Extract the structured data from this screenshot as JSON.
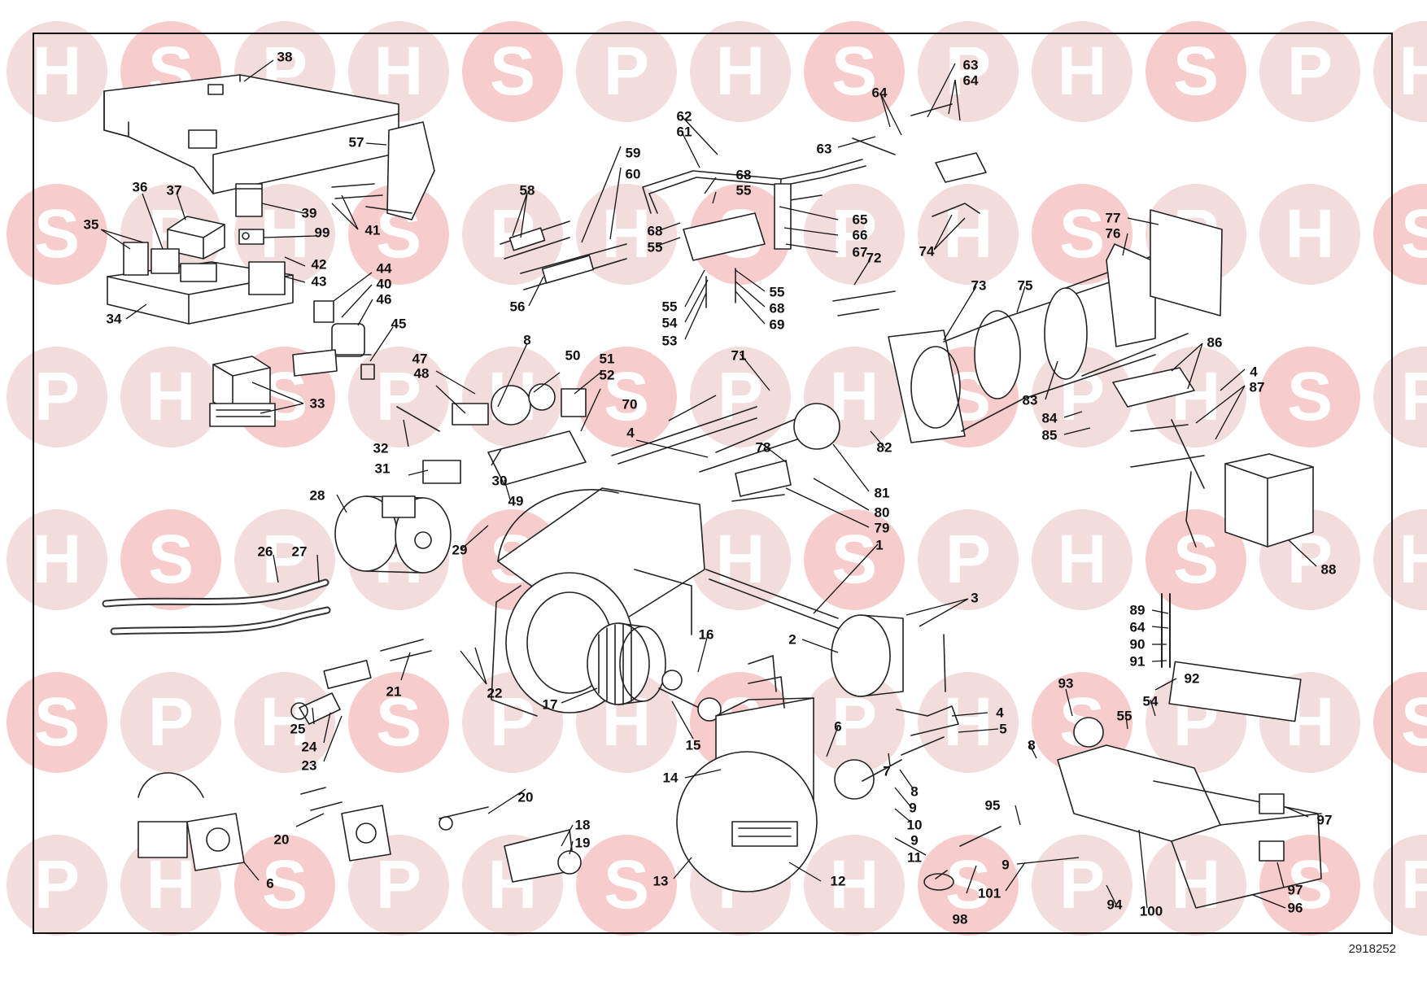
{
  "watermark": {
    "letters": [
      "H",
      "S",
      "P"
    ],
    "color": "#f3dcdc",
    "accent_color": "#f6cccc"
  },
  "reference_code": "2918252",
  "callouts": [
    {
      "id": "c38",
      "label": "38"
    },
    {
      "id": "c57",
      "label": "57"
    },
    {
      "id": "c36",
      "label": "36"
    },
    {
      "id": "c37",
      "label": "37"
    },
    {
      "id": "c39",
      "label": "39"
    },
    {
      "id": "c99",
      "label": "99"
    },
    {
      "id": "c35",
      "label": "35"
    },
    {
      "id": "c41",
      "label": "41"
    },
    {
      "id": "c42",
      "label": "42"
    },
    {
      "id": "c43",
      "label": "43"
    },
    {
      "id": "c44",
      "label": "44"
    },
    {
      "id": "c40",
      "label": "40"
    },
    {
      "id": "c46",
      "label": "46"
    },
    {
      "id": "c34",
      "label": "34"
    },
    {
      "id": "c45",
      "label": "45"
    },
    {
      "id": "c33",
      "label": "33"
    },
    {
      "id": "c58",
      "label": "58"
    },
    {
      "id": "c59",
      "label": "59"
    },
    {
      "id": "c60",
      "label": "60"
    },
    {
      "id": "c62",
      "label": "62"
    },
    {
      "id": "c61",
      "label": "61"
    },
    {
      "id": "c68a",
      "label": "68"
    },
    {
      "id": "c55a",
      "label": "55"
    },
    {
      "id": "c68b",
      "label": "68"
    },
    {
      "id": "c55b",
      "label": "55"
    },
    {
      "id": "c56",
      "label": "56"
    },
    {
      "id": "c55c",
      "label": "55"
    },
    {
      "id": "c54a",
      "label": "54"
    },
    {
      "id": "c53",
      "label": "53"
    },
    {
      "id": "c55d",
      "label": "55"
    },
    {
      "id": "c68c",
      "label": "68"
    },
    {
      "id": "c69",
      "label": "69"
    },
    {
      "id": "c64a",
      "label": "64"
    },
    {
      "id": "c63a",
      "label": "63"
    },
    {
      "id": "c63b",
      "label": "63"
    },
    {
      "id": "c64b",
      "label": "64"
    },
    {
      "id": "c65",
      "label": "65"
    },
    {
      "id": "c66",
      "label": "66"
    },
    {
      "id": "c67",
      "label": "67"
    },
    {
      "id": "c74",
      "label": "74"
    },
    {
      "id": "c77",
      "label": "77"
    },
    {
      "id": "c76",
      "label": "76"
    },
    {
      "id": "c72",
      "label": "72"
    },
    {
      "id": "c73",
      "label": "73"
    },
    {
      "id": "c75",
      "label": "75"
    },
    {
      "id": "c8a",
      "label": "8"
    },
    {
      "id": "c50",
      "label": "50"
    },
    {
      "id": "c51",
      "label": "51"
    },
    {
      "id": "c52",
      "label": "52"
    },
    {
      "id": "c47",
      "label": "47"
    },
    {
      "id": "c48",
      "label": "48"
    },
    {
      "id": "c32",
      "label": "32"
    },
    {
      "id": "c31",
      "label": "31"
    },
    {
      "id": "c30",
      "label": "30"
    },
    {
      "id": "c49",
      "label": "49"
    },
    {
      "id": "c71",
      "label": "71"
    },
    {
      "id": "c70",
      "label": "70"
    },
    {
      "id": "c4a",
      "label": "4"
    },
    {
      "id": "c78",
      "label": "78"
    },
    {
      "id": "c82",
      "label": "82"
    },
    {
      "id": "c81",
      "label": "81"
    },
    {
      "id": "c80",
      "label": "80"
    },
    {
      "id": "c79",
      "label": "79"
    },
    {
      "id": "c86",
      "label": "86"
    },
    {
      "id": "c4b",
      "label": "4"
    },
    {
      "id": "c87",
      "label": "87"
    },
    {
      "id": "c83",
      "label": "83"
    },
    {
      "id": "c84",
      "label": "84"
    },
    {
      "id": "c85",
      "label": "85"
    },
    {
      "id": "c88",
      "label": "88"
    },
    {
      "id": "c28",
      "label": "28"
    },
    {
      "id": "c26",
      "label": "26"
    },
    {
      "id": "c27",
      "label": "27"
    },
    {
      "id": "c29",
      "label": "29"
    },
    {
      "id": "c1",
      "label": "1"
    },
    {
      "id": "c3",
      "label": "3"
    },
    {
      "id": "c2",
      "label": "2"
    },
    {
      "id": "c16",
      "label": "16"
    },
    {
      "id": "c21",
      "label": "21"
    },
    {
      "id": "c22",
      "label": "22"
    },
    {
      "id": "c25",
      "label": "25"
    },
    {
      "id": "c24",
      "label": "24"
    },
    {
      "id": "c23",
      "label": "23"
    },
    {
      "id": "c17",
      "label": "17"
    },
    {
      "id": "c15",
      "label": "15"
    },
    {
      "id": "c14",
      "label": "14"
    },
    {
      "id": "c6a",
      "label": "6"
    },
    {
      "id": "c4c",
      "label": "4"
    },
    {
      "id": "c5",
      "label": "5"
    },
    {
      "id": "c7",
      "label": "7"
    },
    {
      "id": "c8b",
      "label": "8"
    },
    {
      "id": "c9a",
      "label": "9"
    },
    {
      "id": "c10",
      "label": "10"
    },
    {
      "id": "c9b",
      "label": "9"
    },
    {
      "id": "c11",
      "label": "11"
    },
    {
      "id": "c12",
      "label": "12"
    },
    {
      "id": "c13",
      "label": "13"
    },
    {
      "id": "c20a",
      "label": "20"
    },
    {
      "id": "c20b",
      "label": "20"
    },
    {
      "id": "c18",
      "label": "18"
    },
    {
      "id": "c19",
      "label": "19"
    },
    {
      "id": "c6b",
      "label": "6"
    },
    {
      "id": "c89",
      "label": "89"
    },
    {
      "id": "c64c",
      "label": "64"
    },
    {
      "id": "c90",
      "label": "90"
    },
    {
      "id": "c91",
      "label": "91"
    },
    {
      "id": "c92",
      "label": "92"
    },
    {
      "id": "c93",
      "label": "93"
    },
    {
      "id": "c55e",
      "label": "55"
    },
    {
      "id": "c54b",
      "label": "54"
    },
    {
      "id": "c8c",
      "label": "8"
    },
    {
      "id": "c95",
      "label": "95"
    },
    {
      "id": "c97a",
      "label": "97"
    },
    {
      "id": "c97b",
      "label": "97"
    },
    {
      "id": "c96",
      "label": "96"
    },
    {
      "id": "c9c",
      "label": "9"
    },
    {
      "id": "c94",
      "label": "94"
    },
    {
      "id": "c100",
      "label": "100"
    },
    {
      "id": "c101",
      "label": "101"
    },
    {
      "id": "c98",
      "label": "98"
    }
  ]
}
